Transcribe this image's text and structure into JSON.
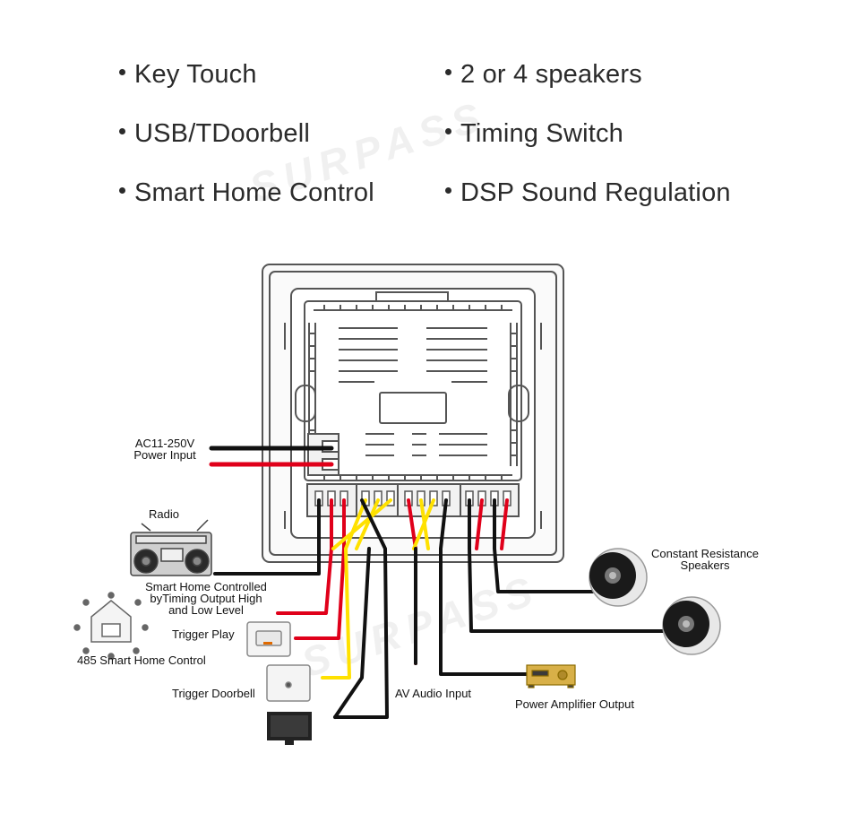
{
  "features": {
    "left": [
      "Key Touch",
      "USB/TDoorbell",
      "Smart Home Control"
    ],
    "right": [
      "2 or 4 speakers",
      "Timing Switch",
      "DSP Sound Regulation"
    ]
  },
  "labels": {
    "power": [
      "AC11-250V",
      "Power Input"
    ],
    "radio": "Radio",
    "smart_timing": [
      "Smart Home Controlled",
      "byTiming Output High",
      "and Low Level"
    ],
    "trigger_play": "Trigger Play",
    "home_485": "485 Smart Home Control",
    "trigger_doorbell": "Trigger Doorbell",
    "av_input": "AV Audio Input",
    "speakers": [
      "Constant Resistance",
      "Speakers"
    ],
    "amp_output": "Power Amplifier Output"
  },
  "watermark": "SURPASS",
  "colors": {
    "wire_black": "#111111",
    "wire_red": "#e0001a",
    "wire_yellow": "#ffe100",
    "device_line": "#555555"
  }
}
